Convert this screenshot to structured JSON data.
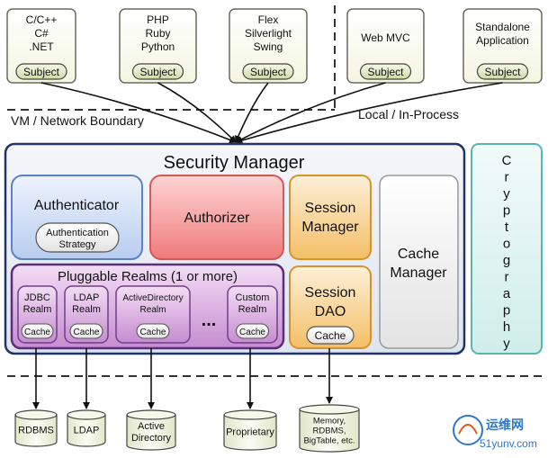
{
  "clients": [
    {
      "lines": [
        "C/C++",
        "C#",
        ".NET"
      ],
      "subject": "Subject"
    },
    {
      "lines": [
        "PHP",
        "Ruby",
        "Python"
      ],
      "subject": "Subject"
    },
    {
      "lines": [
        "Flex",
        "Silverlight",
        "Swing"
      ],
      "subject": "Subject"
    },
    {
      "lines": [
        "Web MVC"
      ],
      "subject": "Subject"
    },
    {
      "lines": [
        "Standalone",
        "Application"
      ],
      "subject": "Subject"
    }
  ],
  "boundaries": {
    "vm_network": "VM / Network Boundary",
    "local": "Local / In-Process"
  },
  "security_manager": {
    "title": "Security Manager",
    "authenticator": {
      "label": "Authenticator",
      "strategy": [
        "Authentication",
        "Strategy"
      ]
    },
    "authorizer": {
      "label": "Authorizer"
    },
    "session_manager": {
      "lines": [
        "Session",
        "Manager"
      ]
    },
    "cache_manager": {
      "lines": [
        "Cache",
        "Manager"
      ]
    },
    "session_dao": {
      "lines": [
        "Session",
        "DAO"
      ],
      "cache": "Cache"
    },
    "realms": {
      "title": "Pluggable Realms (1 or more)",
      "items": [
        {
          "lines": [
            "JDBC",
            "Realm"
          ],
          "cache": "Cache"
        },
        {
          "lines": [
            "LDAP",
            "Realm"
          ],
          "cache": "Cache"
        },
        {
          "lines": [
            "ActiveDirectory",
            "Realm"
          ],
          "cache": "Cache"
        },
        {
          "lines": [
            "Custom",
            "Realm"
          ],
          "cache": "Cache"
        }
      ],
      "ellipsis": "..."
    }
  },
  "cryptography": {
    "letters": [
      "C",
      "r",
      "y",
      "p",
      "t",
      "o",
      "g",
      "r",
      "a",
      "p",
      "h",
      "y"
    ]
  },
  "datastores": [
    {
      "lines": [
        "RDBMS"
      ]
    },
    {
      "lines": [
        "LDAP"
      ]
    },
    {
      "lines": [
        "Active",
        "Directory"
      ]
    },
    {
      "lines": [
        "Proprietary"
      ]
    },
    {
      "lines": [
        "Memory,",
        "RDBMS,",
        "BigTable, etc."
      ]
    }
  ],
  "watermark": {
    "name": "运维网",
    "url": "51yunv.com"
  }
}
